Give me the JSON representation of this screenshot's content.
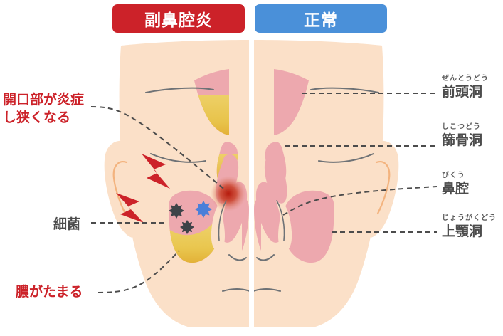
{
  "header": {
    "left_pill": {
      "label": "副鼻腔炎",
      "color": "#cc2229"
    },
    "right_pill": {
      "label": "正常",
      "color": "#4a90d9"
    }
  },
  "annotations": {
    "ostium": {
      "line1": "開口部が炎症",
      "line2": "し狭くなる",
      "color": "#cc2229"
    },
    "bacteria": {
      "label": "細菌",
      "color": "#4c4c4c"
    },
    "pus": {
      "label": "膿がたまる",
      "color": "#cc2229"
    },
    "frontal_sinus": {
      "ruby": "ぜんとうどう",
      "label": "前頭洞",
      "color": "#4c4c4c"
    },
    "ethmoid_sinus": {
      "ruby": "しこつどう",
      "label": "篩骨洞",
      "color": "#4c4c4c"
    },
    "nasal_cavity": {
      "ruby": "びくう",
      "label": "鼻腔",
      "color": "#4c4c4c"
    },
    "maxillary_sinus": {
      "ruby": "じょうがくどう",
      "label": "上顎洞",
      "color": "#4c4c4c"
    }
  },
  "palette": {
    "skin": "#fbe0c8",
    "mucosa": "#eda8ae",
    "pus": "#e8c34a",
    "pus_dark": "#e0a92e",
    "inflammation": "#c32a18",
    "pain_bolt": "#cc2229",
    "bacteria_dark": "#3e4348",
    "bacteria_blue": "#4a7fd9",
    "outline_gray": "#6e7276",
    "ear_line": "#f3b37e",
    "divider": "#ffffff",
    "dashed_leader": "#4c4c4c",
    "background": "#ffffff"
  }
}
